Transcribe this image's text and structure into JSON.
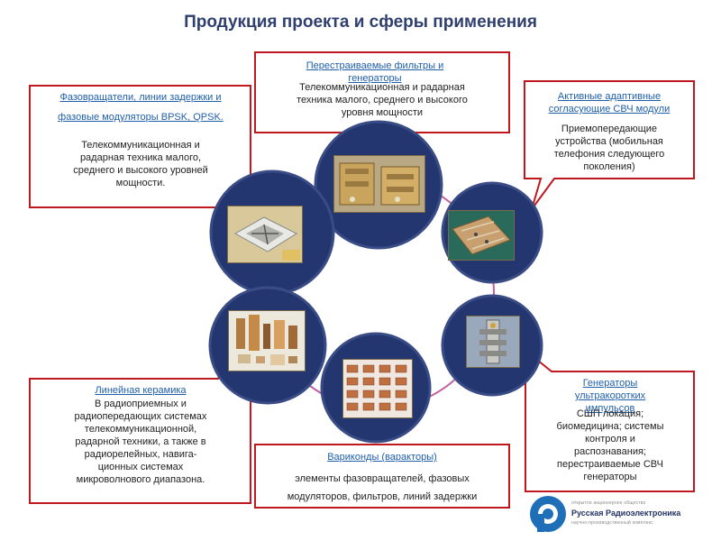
{
  "title": "Продукция проекта и сферы применения",
  "callouts": {
    "phase_shifters": {
      "title_line1": "Фазовращатели, линии задержки и",
      "title_line2": "фазовые модуляторы BPSK, QPSK.",
      "body": [
        "Телекоммуникационная и",
        "радарная техника малого,",
        "среднего и высокого уровней",
        "мощности."
      ]
    },
    "tunable_filters": {
      "title_line1": "Перестраиваемые фильтры и",
      "title_line2": "генераторы",
      "body": [
        "Телекоммуникационная и радарная",
        "техника малого, среднего и высокого",
        "уровня мощности"
      ]
    },
    "active_modules": {
      "title_line1": "Активные адаптивные",
      "title_line2": "согласующие  СВЧ модули",
      "body": [
        "Приемопередающие",
        "устройства (мобильная",
        "телефония следующего",
        "поколения)"
      ]
    },
    "linear_ceramics": {
      "title": "Линейная керамика",
      "body": [
        "В радиоприемных и",
        "радиопередающих системах",
        "телекоммуникационной,",
        "радарной техники, а также в",
        "радиорелейных, навига-",
        "ционных системах",
        "микроволнового диапазона."
      ]
    },
    "varicondes": {
      "title": "Вариконды (варакторы)",
      "body": [
        "элементы фазовращателей, фазовых",
        "модуляторов, фильтров, линий задержки"
      ]
    },
    "pulse_generators": {
      "title_line1": "Генераторы",
      "title_line2": "ультракоротких",
      "title_line3": "импульсов",
      "body": [
        "СШП локация;",
        "биомедицина; системы",
        "контроля  и",
        "распознавания;",
        "перестраиваемые СВЧ",
        "генераторы"
      ]
    }
  },
  "logo": {
    "line1": "открытое акционерное общество",
    "line2": "Русская Радиоэлектроника",
    "line3": "научно-производственный комплекс",
    "icon": "pr-logo-icon"
  },
  "colors": {
    "disc": "#24366f",
    "disc_edge": "#3a4c86",
    "ring": "#c060a0",
    "title": "#2f3f6f",
    "callout_title": "#1f5faa",
    "callout_border": "#c0181e"
  }
}
